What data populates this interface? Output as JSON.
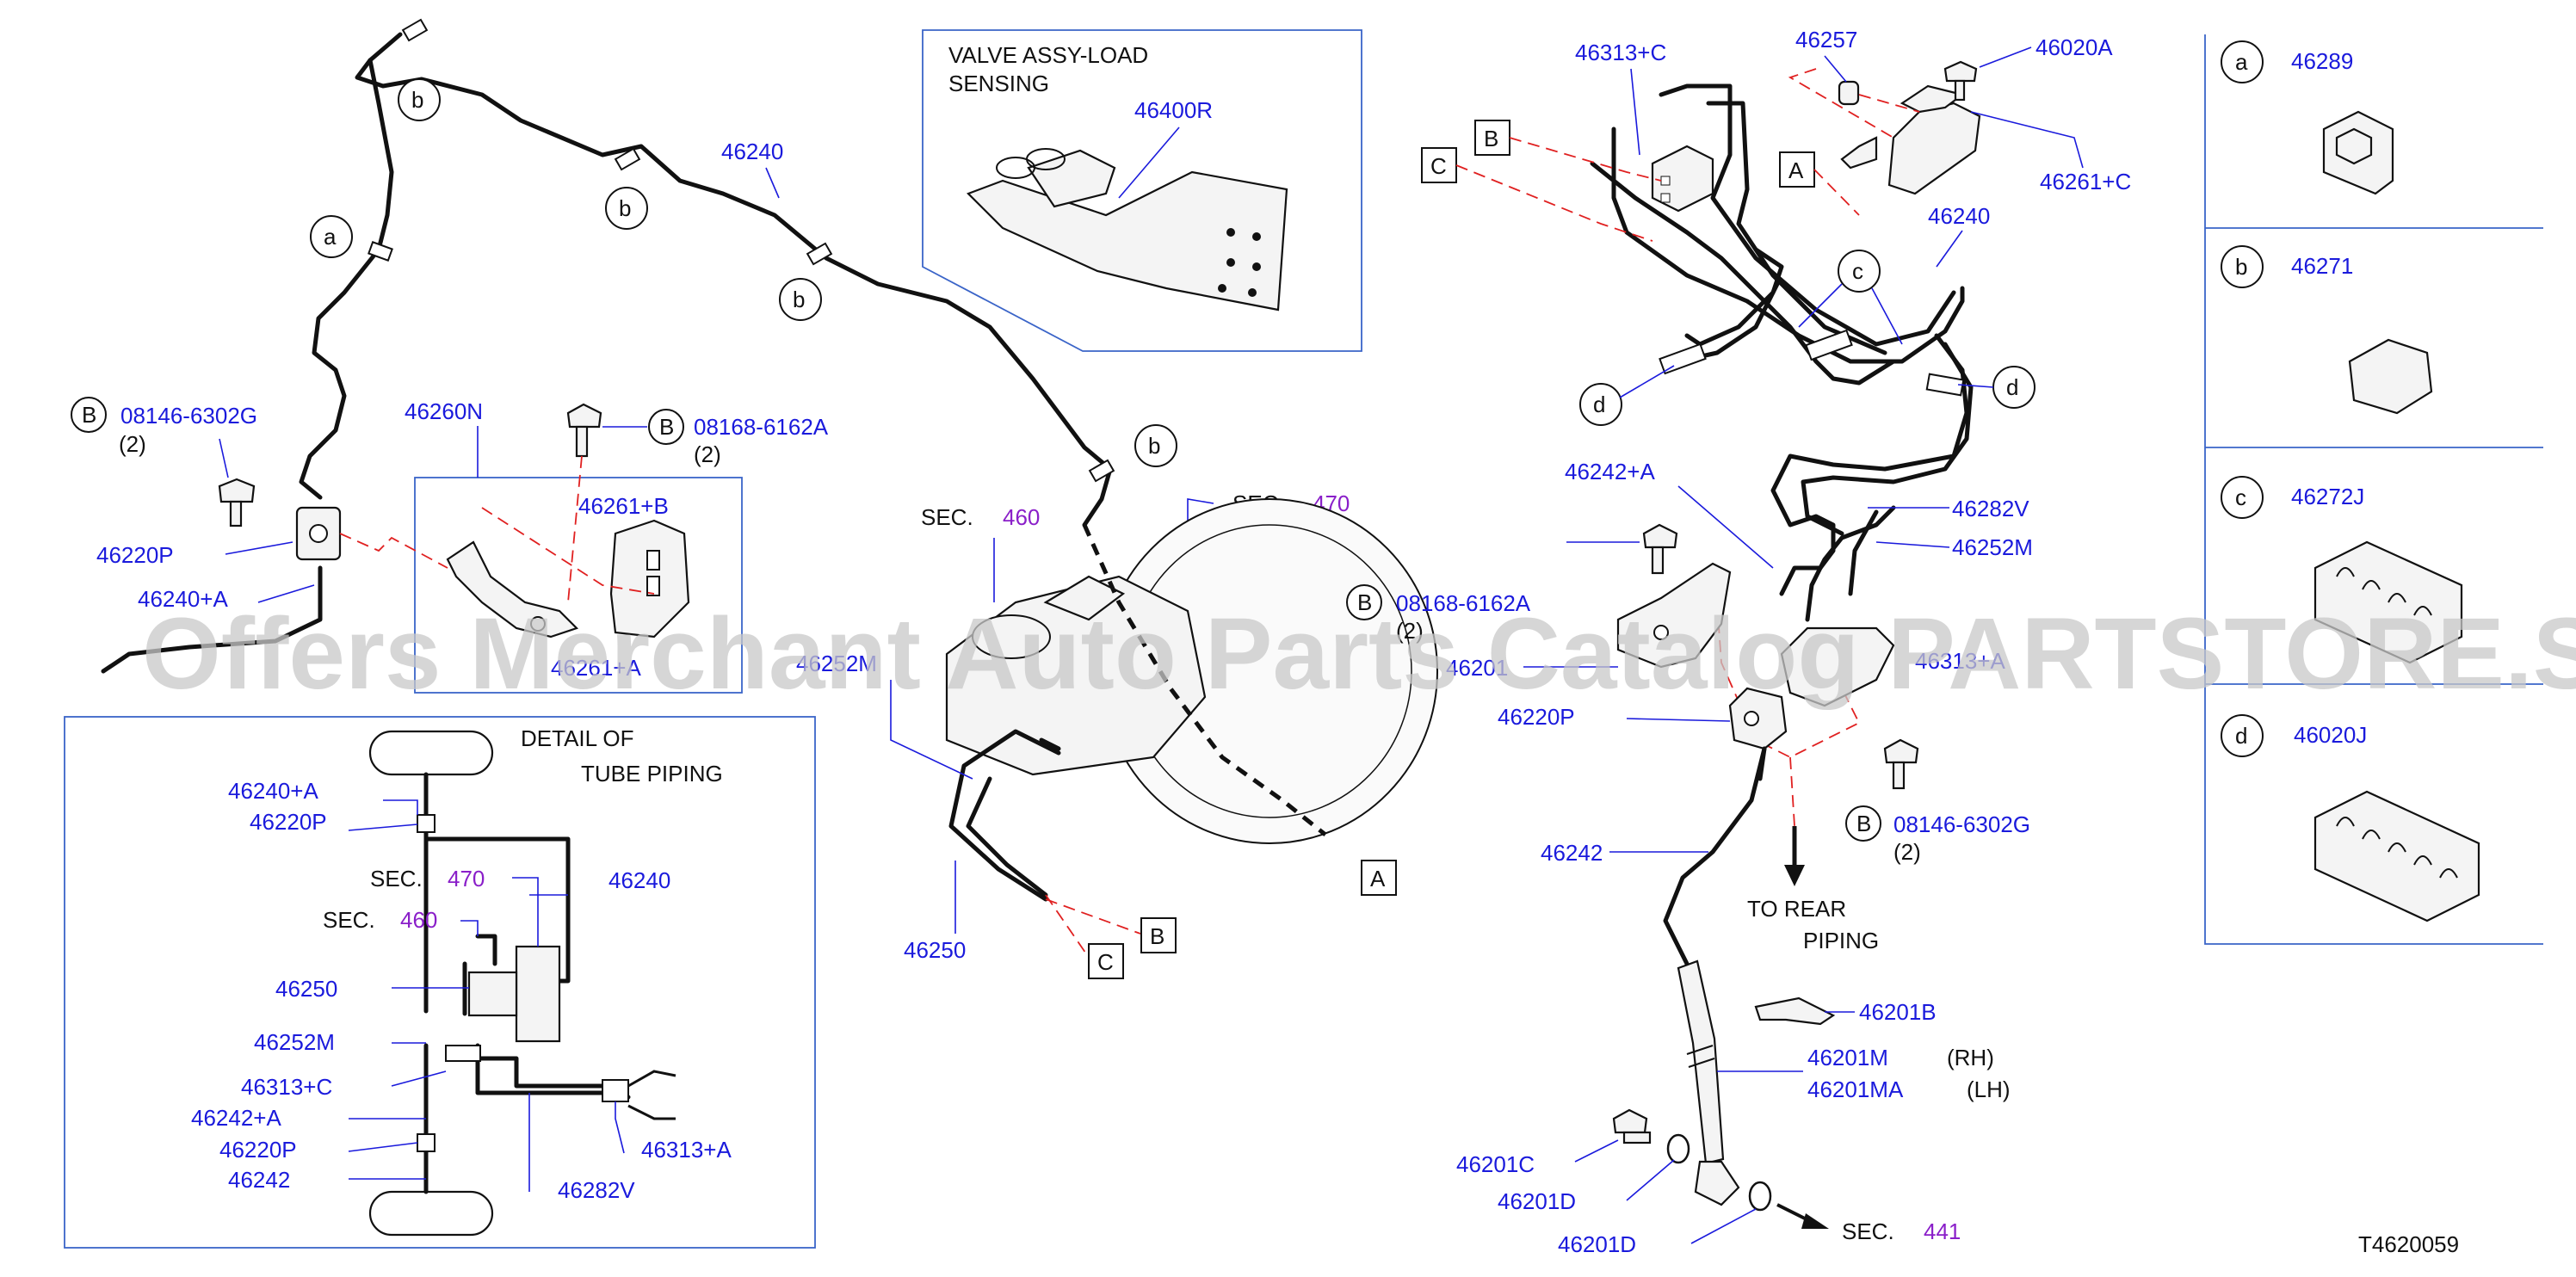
{
  "diagram_code": "T4620059",
  "watermark": "Offers Merchant Auto Parts Catalog PARTSTORE.SA",
  "valve_box": {
    "title_line1": "VALVE   ASSY-LOAD",
    "title_line2": "SENSING",
    "part": "46400R"
  },
  "detail_box": {
    "title_line1": "DETAIL   OF",
    "title_line2": "TUBE   PIPING",
    "labels": {
      "p46240A": "46240+A",
      "p46220P_top": "46220P",
      "sec": "SEC.",
      "sec470": "470",
      "sec460": "460",
      "p46240": "46240",
      "p46250": "46250",
      "p46252M": "46252M",
      "p46313C": "46313+C",
      "p46242A": "46242+A",
      "p46220P_bot": "46220P",
      "p46242": "46242",
      "p46282V": "46282V",
      "p46313A": "46313+A"
    }
  },
  "left_labels": {
    "bolt1": "08146-6302G",
    "bolt1_qty": "(2)",
    "p46260N": "46260N",
    "bolt2": "08168-6162A",
    "bolt2_qty": "(2)",
    "p46261B": "46261+B",
    "p46220P": "46220P",
    "p46240A": "46240+A",
    "p46261A": "46261+A",
    "p46240": "46240"
  },
  "center_labels": {
    "sec": "SEC.",
    "sec460": "460",
    "sec470": "470",
    "p46252M": "46252M",
    "p46250": "46250"
  },
  "right_labels": {
    "p46313C": "46313+C",
    "p46257": "46257",
    "p46020A": "46020A",
    "p46261C": "46261+C",
    "p46240": "46240",
    "p46242A": "46242+A",
    "p46282V": "46282V",
    "p46252M": "46252M",
    "bolt3": "08168-6162A",
    "bolt3_qty": "(2)",
    "p46201": "46201",
    "p46313A": "46313+A",
    "p46220P": "46220P",
    "bolt4": "08146-6302G",
    "bolt4_qty": "(2)",
    "p46242": "46242",
    "to_rear_1": "TO   REAR",
    "to_rear_2": "PIPING",
    "p46201B": "46201B",
    "p46201M": "46201M",
    "rh": "(RH)",
    "p46201MA": "46201MA",
    "lh": "(LH)",
    "p46201C": "46201C",
    "p46201D_a": "46201D",
    "p46201D_b": "46201D",
    "sec": "SEC.",
    "sec441": "441"
  },
  "callout_letters": {
    "a": "a",
    "b": "b",
    "c": "c",
    "d": "d",
    "A": "A",
    "B": "B",
    "C": "C"
  },
  "legend": [
    {
      "letter": "a",
      "part": "46289"
    },
    {
      "letter": "b",
      "part": "46271"
    },
    {
      "letter": "c",
      "part": "46272J"
    },
    {
      "letter": "d",
      "part": "46020J"
    }
  ]
}
